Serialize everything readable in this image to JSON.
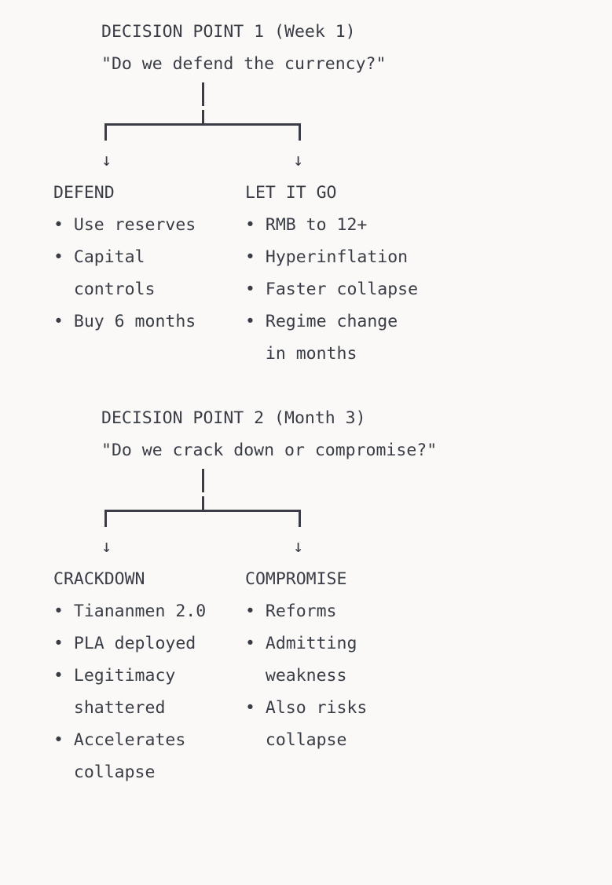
{
  "document": {
    "kind": "ascii-decision-tree",
    "background_color": "#faf9f7",
    "text_color": "#3a3d46"
  },
  "glyphs": {
    "down_arrow": "↓",
    "vertical_bar": "│",
    "bullet": "•"
  },
  "sections": [
    {
      "id": "decision-point-1",
      "title": "DECISION POINT 1 (Week 1)",
      "question": "\"Do we defend the currency?\"",
      "branches": [
        {
          "id": "defend",
          "label": "DEFEND",
          "arrow": "↓",
          "items": [
            {
              "bullet": "•",
              "lines": [
                "Use reserves"
              ]
            },
            {
              "bullet": "•",
              "lines": [
                "Capital",
                "controls"
              ]
            },
            {
              "bullet": "•",
              "lines": [
                "Buy 6 months"
              ]
            }
          ]
        },
        {
          "id": "let-it-go",
          "label": "LET IT GO",
          "arrow": "↓",
          "items": [
            {
              "bullet": "•",
              "lines": [
                "RMB to 12+"
              ]
            },
            {
              "bullet": "•",
              "lines": [
                "Hyperinflation"
              ]
            },
            {
              "bullet": "•",
              "lines": [
                "Faster collapse"
              ]
            },
            {
              "bullet": "•",
              "lines": [
                "Regime change",
                "in months"
              ]
            }
          ]
        }
      ]
    },
    {
      "id": "decision-point-2",
      "title": "DECISION POINT 2 (Month 3)",
      "question": "\"Do we crack down or compromise?\"",
      "branches": [
        {
          "id": "crackdown",
          "label": "CRACKDOWN",
          "arrow": "↓",
          "items": [
            {
              "bullet": "•",
              "lines": [
                "Tiananmen 2.0"
              ]
            },
            {
              "bullet": "•",
              "lines": [
                "PLA deployed"
              ]
            },
            {
              "bullet": "•",
              "lines": [
                "Legitimacy",
                "shattered"
              ]
            },
            {
              "bullet": "•",
              "lines": [
                "Accelerates",
                "collapse"
              ]
            }
          ]
        },
        {
          "id": "compromise",
          "label": "COMPROMISE",
          "arrow": "↓",
          "items": [
            {
              "bullet": "•",
              "lines": [
                "Reforms"
              ]
            },
            {
              "bullet": "•",
              "lines": [
                "Admitting",
                "weakness"
              ]
            },
            {
              "bullet": "•",
              "lines": [
                "Also risks",
                "collapse"
              ]
            }
          ]
        }
      ]
    }
  ],
  "rendered_lines": [
    "     DECISION POINT 1 (Week 1)",
    "     \"Do we defend the currency?\"",
    "          │",
    "          │",
    "     ┌────┬────┐",
    "     ↓         ↓",
    "DEFEND         LET IT GO",
    "• Use reserves  • RMB to 12+",
    "• Capital       • Hyperinflation",
    "  controls      • Faster collapse",
    "• Buy 6 months  • Regime change",
    "                  in months",
    "",
    "     DECISION POINT 2 (Month 3)",
    "     \"Do we crack down or compromise?\"",
    "          │",
    "          │",
    "     ┌────┬────┐",
    "     ↓         ↓",
    "CRACKDOWN       COMPROMISE",
    "• Tiananmen 2.0 • Reforms",
    "• PLA deployed  • Admitting",
    "• Legitimacy      weakness",
    "  shattered     • Also risks",
    "• Accelerates     collapse",
    "  collapse"
  ]
}
